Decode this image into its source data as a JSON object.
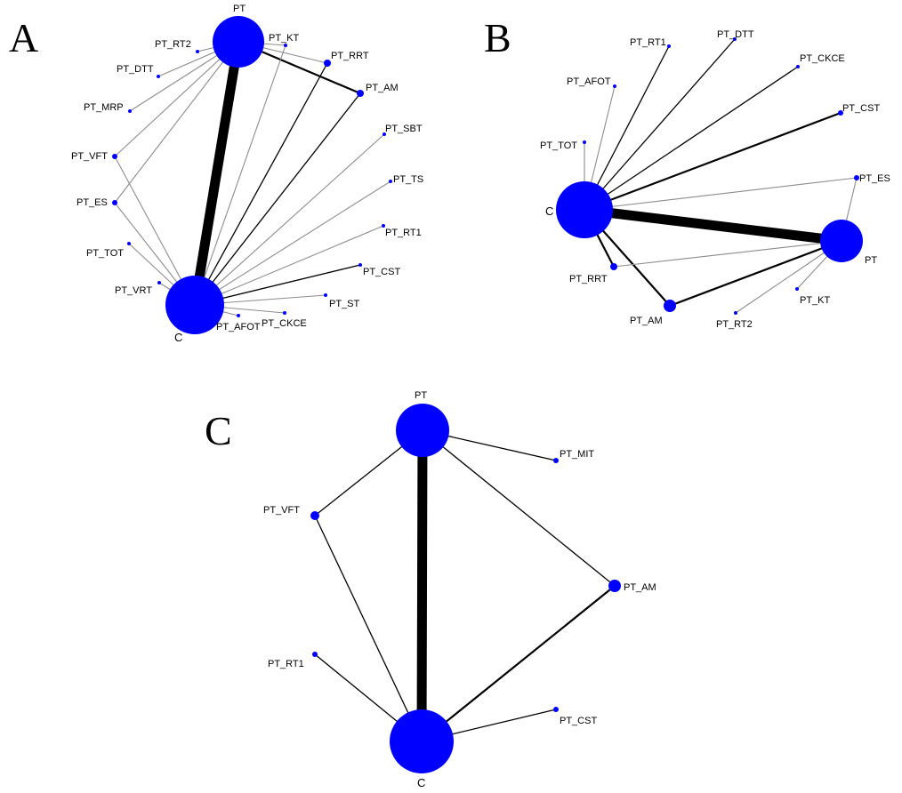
{
  "colors": {
    "node": "#0000ff",
    "edge_dark": "#000000",
    "edge_gray": "#8c8c8c",
    "background": "#ffffff"
  },
  "panels": [
    {
      "letter": "A",
      "nodes": [
        {
          "id": "PT",
          "label": "PT",
          "size": "large"
        },
        {
          "id": "C",
          "label": "C",
          "size": "large"
        },
        {
          "id": "PT_KT",
          "label": "PT_KT",
          "size": "small"
        },
        {
          "id": "PT_RRT",
          "label": "PT_RRT",
          "size": "small"
        },
        {
          "id": "PT_AM",
          "label": "PT_AM",
          "size": "small"
        },
        {
          "id": "PT_SBT",
          "label": "PT_SBT",
          "size": "small"
        },
        {
          "id": "PT_TS",
          "label": "PT_TS",
          "size": "small"
        },
        {
          "id": "PT_RT1",
          "label": "PT_RT1",
          "size": "small"
        },
        {
          "id": "PT_CST",
          "label": "PT_CST",
          "size": "small"
        },
        {
          "id": "PT_ST",
          "label": "PT_ST",
          "size": "small"
        },
        {
          "id": "PT_CKCE",
          "label": "PT_CKCE",
          "size": "small"
        },
        {
          "id": "PT_AFOT",
          "label": "PT_AFOT",
          "size": "small"
        },
        {
          "id": "PT_VRT",
          "label": "PT_VRT",
          "size": "small"
        },
        {
          "id": "PT_TOT",
          "label": "PT_TOT",
          "size": "small"
        },
        {
          "id": "PT_ES",
          "label": "PT_ES",
          "size": "small"
        },
        {
          "id": "PT_VFT",
          "label": "PT_VFT",
          "size": "small"
        },
        {
          "id": "PT_MRP",
          "label": "PT_MRP",
          "size": "small"
        },
        {
          "id": "PT_DTT",
          "label": "PT_DTT",
          "size": "small"
        },
        {
          "id": "PT_RT2",
          "label": "PT_RT2",
          "size": "small"
        }
      ],
      "edges": [
        {
          "from": "PT",
          "to": "C",
          "weight": "heavy"
        },
        {
          "from": "PT",
          "to": "PT_AM",
          "weight": "medium"
        },
        {
          "from": "PT",
          "to": "PT_RRT",
          "weight": "thin-gray"
        },
        {
          "from": "PT",
          "to": "PT_KT",
          "weight": "thin-gray"
        },
        {
          "from": "PT",
          "to": "PT_RT2",
          "weight": "thin-gray"
        },
        {
          "from": "PT",
          "to": "PT_DTT",
          "weight": "thin-gray"
        },
        {
          "from": "PT",
          "to": "PT_MRP",
          "weight": "thin-gray"
        },
        {
          "from": "PT",
          "to": "PT_VFT",
          "weight": "thin-gray"
        },
        {
          "from": "PT",
          "to": "PT_ES",
          "weight": "thin-gray"
        },
        {
          "from": "C",
          "to": "PT_KT",
          "weight": "thin-gray"
        },
        {
          "from": "C",
          "to": "PT_RRT",
          "weight": "thin-dark"
        },
        {
          "from": "C",
          "to": "PT_AM",
          "weight": "thin-dark"
        },
        {
          "from": "C",
          "to": "PT_SBT",
          "weight": "thin-gray"
        },
        {
          "from": "C",
          "to": "PT_TS",
          "weight": "thin-gray"
        },
        {
          "from": "C",
          "to": "PT_RT1",
          "weight": "thin-gray"
        },
        {
          "from": "C",
          "to": "PT_CST",
          "weight": "thin-dark"
        },
        {
          "from": "C",
          "to": "PT_ST",
          "weight": "thin-gray"
        },
        {
          "from": "C",
          "to": "PT_CKCE",
          "weight": "thin-gray"
        },
        {
          "from": "C",
          "to": "PT_AFOT",
          "weight": "thin-gray"
        },
        {
          "from": "C",
          "to": "PT_VRT",
          "weight": "thin-gray"
        },
        {
          "from": "C",
          "to": "PT_TOT",
          "weight": "thin-gray"
        },
        {
          "from": "C",
          "to": "PT_VFT",
          "weight": "thin-gray"
        },
        {
          "from": "C",
          "to": "PT_ES",
          "weight": "thin-gray"
        }
      ]
    },
    {
      "letter": "B",
      "nodes": [
        {
          "id": "C",
          "label": "C",
          "size": "large"
        },
        {
          "id": "PT",
          "label": "PT",
          "size": "large"
        },
        {
          "id": "PT_RT1",
          "label": "PT_RT1",
          "size": "small"
        },
        {
          "id": "PT_DTT",
          "label": "PT_DTT",
          "size": "small"
        },
        {
          "id": "PT_CKCE",
          "label": "PT_CKCE",
          "size": "small"
        },
        {
          "id": "PT_CST",
          "label": "PT_CST",
          "size": "small"
        },
        {
          "id": "PT_AFOT",
          "label": "PT_AFOT",
          "size": "small"
        },
        {
          "id": "PT_TOT",
          "label": "PT_TOT",
          "size": "small"
        },
        {
          "id": "PT_ES",
          "label": "PT_ES",
          "size": "small"
        },
        {
          "id": "PT_RRT",
          "label": "PT_RRT",
          "size": "small"
        },
        {
          "id": "PT_AM",
          "label": "PT_AM",
          "size": "small"
        },
        {
          "id": "PT_RT2",
          "label": "PT_RT2",
          "size": "small"
        },
        {
          "id": "PT_KT",
          "label": "PT_KT",
          "size": "small"
        }
      ],
      "edges": [
        {
          "from": "C",
          "to": "PT",
          "weight": "heavy"
        },
        {
          "from": "C",
          "to": "PT_AFOT",
          "weight": "thin-gray"
        },
        {
          "from": "C",
          "to": "PT_TOT",
          "weight": "thin-gray"
        },
        {
          "from": "C",
          "to": "PT_RT1",
          "weight": "thin-dark"
        },
        {
          "from": "C",
          "to": "PT_DTT",
          "weight": "thin-dark"
        },
        {
          "from": "C",
          "to": "PT_CKCE",
          "weight": "thin-dark"
        },
        {
          "from": "C",
          "to": "PT_CST",
          "weight": "medium"
        },
        {
          "from": "C",
          "to": "PT_ES",
          "weight": "thin-gray"
        },
        {
          "from": "C",
          "to": "PT_RRT",
          "weight": "medium"
        },
        {
          "from": "C",
          "to": "PT_AM",
          "weight": "medium"
        },
        {
          "from": "PT",
          "to": "PT_ES",
          "weight": "thin-gray"
        },
        {
          "from": "PT",
          "to": "PT_RRT",
          "weight": "thin-gray"
        },
        {
          "from": "PT",
          "to": "PT_AM",
          "weight": "medium"
        },
        {
          "from": "PT",
          "to": "PT_RT2",
          "weight": "thin-gray"
        },
        {
          "from": "PT",
          "to": "PT_KT",
          "weight": "thin-gray"
        }
      ]
    },
    {
      "letter": "C",
      "nodes": [
        {
          "id": "PT",
          "label": "PT",
          "size": "large"
        },
        {
          "id": "C",
          "label": "C",
          "size": "large"
        },
        {
          "id": "PT_MIT",
          "label": "PT_MIT",
          "size": "small"
        },
        {
          "id": "PT_VFT",
          "label": "PT_VFT",
          "size": "small"
        },
        {
          "id": "PT_AM",
          "label": "PT_AM",
          "size": "small"
        },
        {
          "id": "PT_RT1",
          "label": "PT_RT1",
          "size": "small"
        },
        {
          "id": "PT_CST",
          "label": "PT_CST",
          "size": "small"
        }
      ],
      "edges": [
        {
          "from": "PT",
          "to": "C",
          "weight": "heavy"
        },
        {
          "from": "PT",
          "to": "PT_MIT",
          "weight": "thin-dark"
        },
        {
          "from": "PT",
          "to": "PT_VFT",
          "weight": "thin-dark"
        },
        {
          "from": "PT",
          "to": "PT_AM",
          "weight": "thin-dark"
        },
        {
          "from": "C",
          "to": "PT_VFT",
          "weight": "thin-dark"
        },
        {
          "from": "C",
          "to": "PT_AM",
          "weight": "medium"
        },
        {
          "from": "C",
          "to": "PT_RT1",
          "weight": "thin-dark"
        },
        {
          "from": "C",
          "to": "PT_CST",
          "weight": "thin-dark"
        }
      ]
    }
  ]
}
